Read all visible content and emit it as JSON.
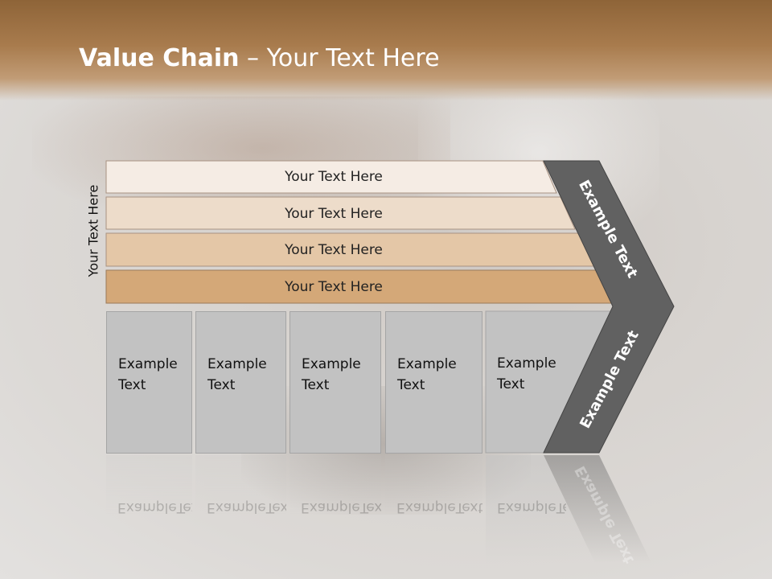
{
  "title": {
    "bold": "Value Chain",
    "rest": " – Your Text Here"
  },
  "side_label": "Your Text Here",
  "bars": [
    {
      "label": "Your Text Here",
      "color": "#f5ece4"
    },
    {
      "label": "Your Text Here",
      "color": "#eddcca"
    },
    {
      "label": "Your Text Here",
      "color": "#e4c7a7"
    },
    {
      "label": "Your Text Here",
      "color": "#d4a878"
    }
  ],
  "columns": [
    {
      "line1": "Example",
      "line2": "Text"
    },
    {
      "line1": "Example",
      "line2": "Text"
    },
    {
      "line1": "Example",
      "line2": "Text"
    },
    {
      "line1": "Example",
      "line2": "Text"
    },
    {
      "line1": "Example",
      "line2": "Text"
    }
  ],
  "chevron": {
    "upper": "Example Text",
    "lower": "Example Text",
    "color": "#616161"
  }
}
